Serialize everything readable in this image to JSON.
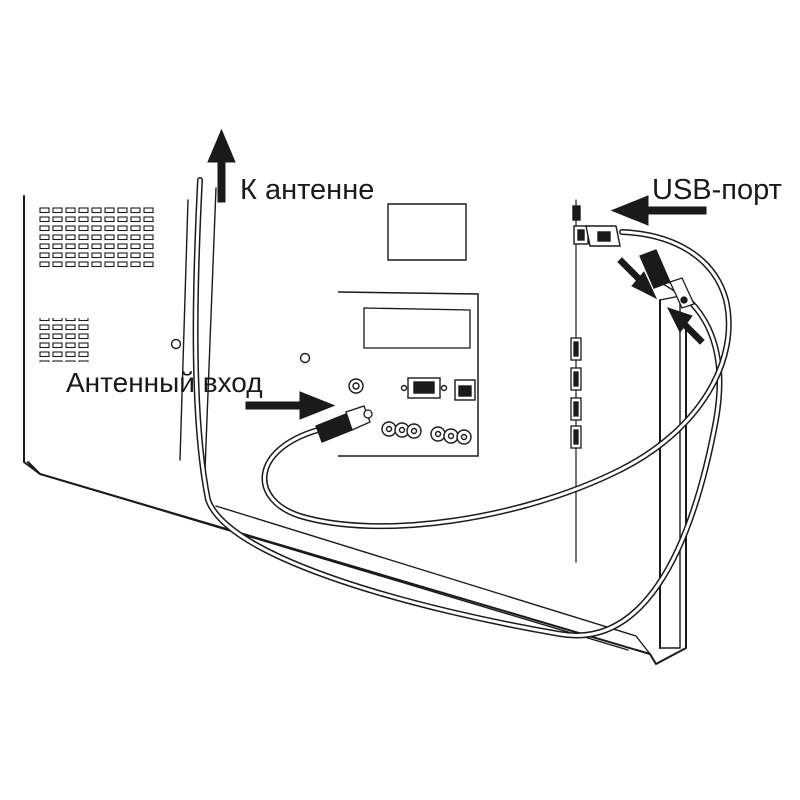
{
  "labels": {
    "to_antenna": "К антенне",
    "antenna_input": "Антенный вход",
    "usb_port": "USB-порт"
  },
  "colors": {
    "line": "#1a1a1a",
    "background": "#ffffff",
    "panel": "#ffffff"
  }
}
